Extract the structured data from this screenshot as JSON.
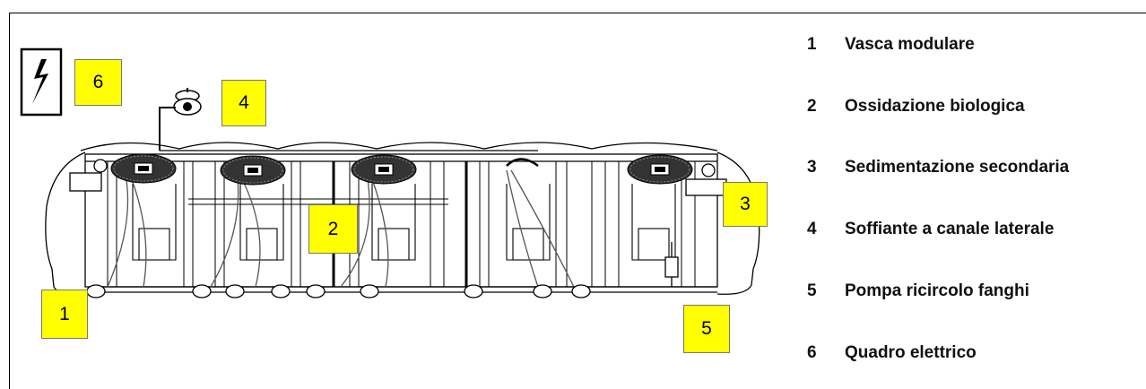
{
  "callouts": [
    {
      "id": "1",
      "label": "1"
    },
    {
      "id": "2",
      "label": "2"
    },
    {
      "id": "3",
      "label": "3"
    },
    {
      "id": "4",
      "label": "4"
    },
    {
      "id": "5",
      "label": "5"
    },
    {
      "id": "6",
      "label": "6"
    }
  ],
  "legend": [
    {
      "num": "1",
      "text": "Vasca modulare"
    },
    {
      "num": "2",
      "text": "Ossidazione biologica"
    },
    {
      "num": "3",
      "text": "Sedimentazione secondaria"
    },
    {
      "num": "4",
      "text": "Soffiante a canale laterale"
    },
    {
      "num": "5",
      "text": "Pompa ricircolo fanghi"
    },
    {
      "num": "6",
      "text": "Quadro elettrico"
    }
  ],
  "icons": {
    "panel": "lightning-bolt-icon",
    "blower": "blower-icon",
    "manhole": "manhole-cover-icon"
  },
  "colors": {
    "callout_fill": "#ffff00",
    "line": "#000000"
  }
}
